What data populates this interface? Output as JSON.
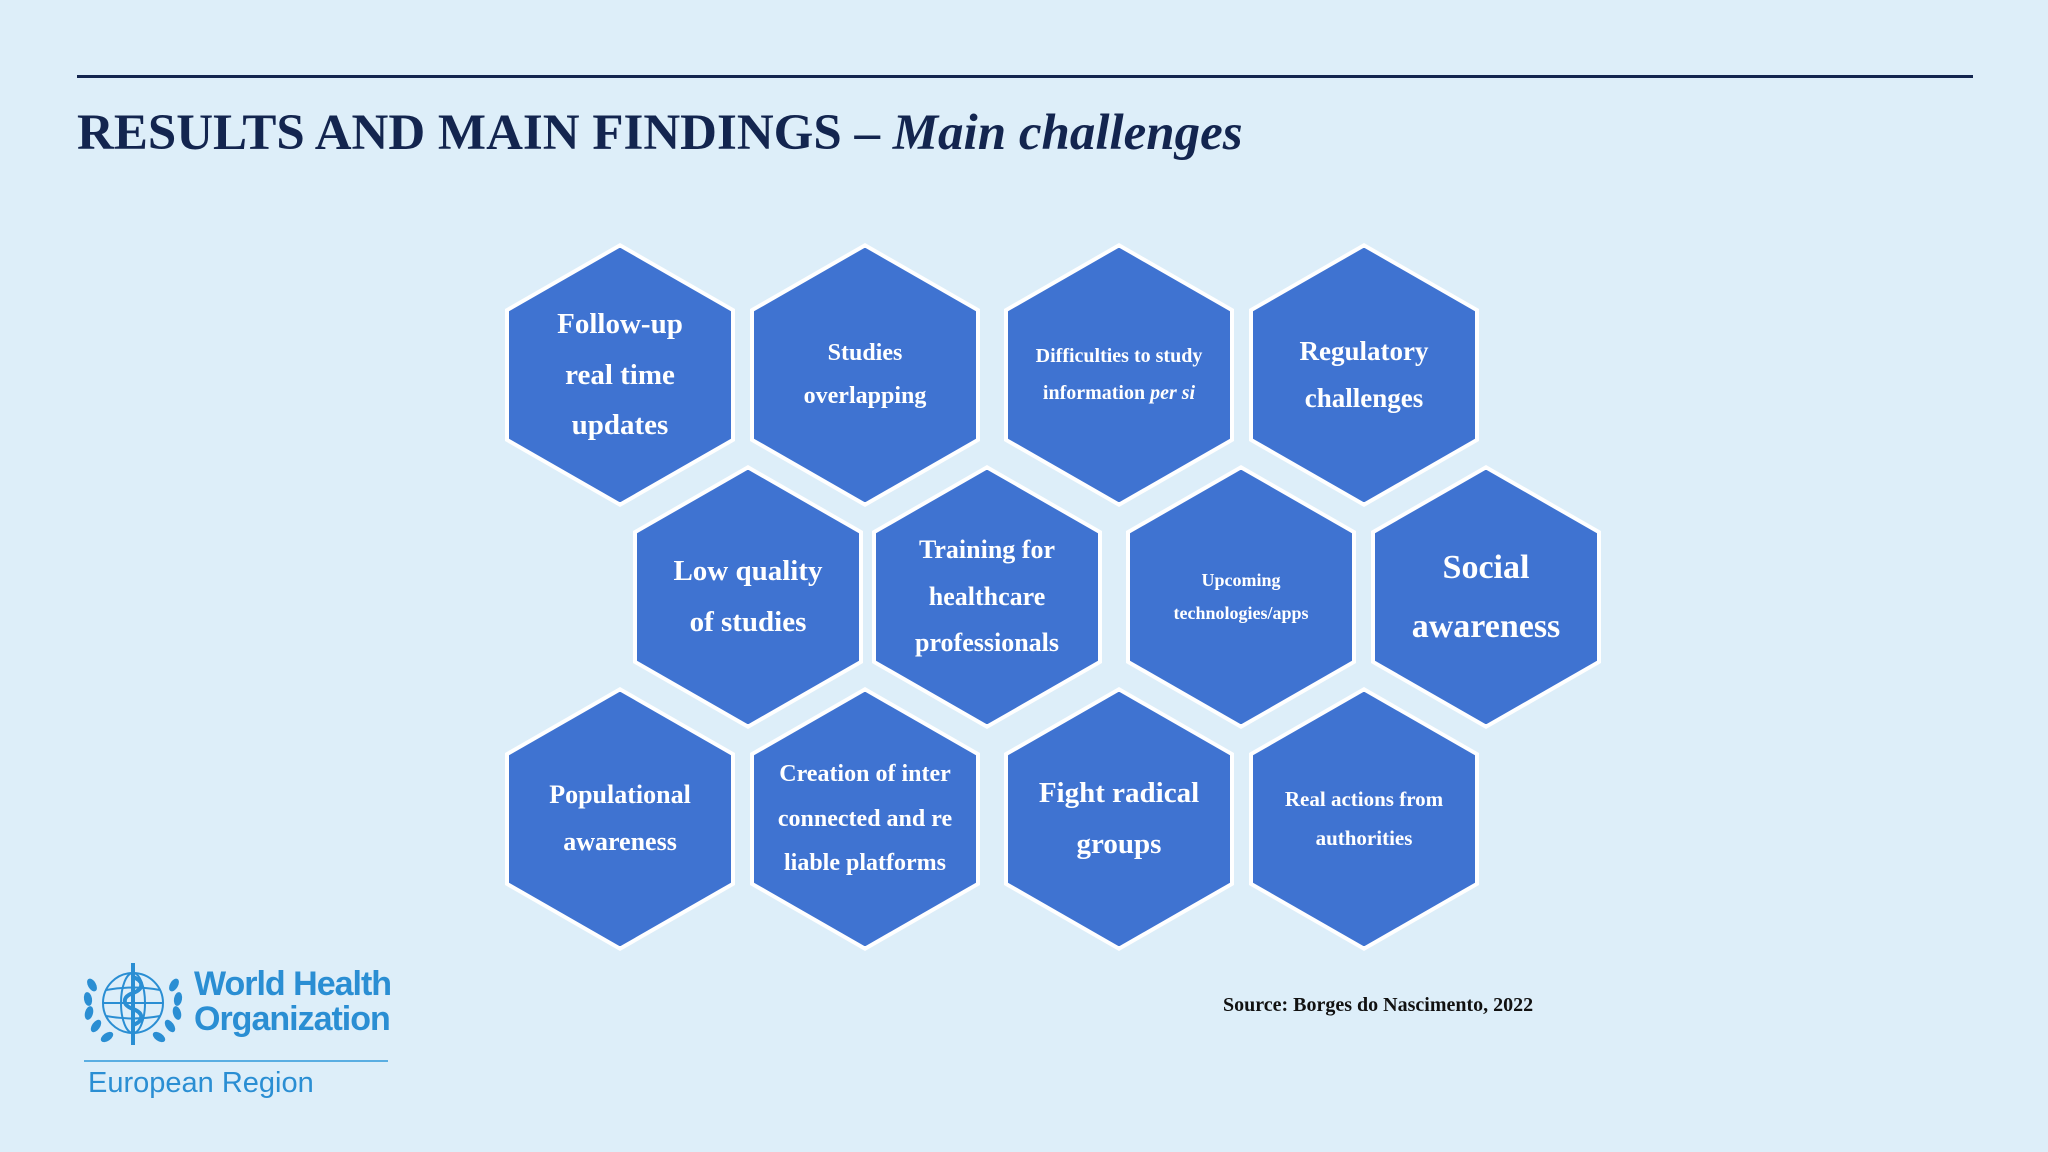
{
  "slide": {
    "title_main": "RESULTS AND MAIN FINDINGS – ",
    "title_italic": "Main challenges"
  },
  "hexagons": [
    {
      "id": "follow-up",
      "text": "Follow-up real time updates"
    },
    {
      "id": "studies-overlapping",
      "text": "Studies overlapping"
    },
    {
      "id": "difficulties",
      "text": "Difficulties to study information ",
      "italic": "per si"
    },
    {
      "id": "regulatory",
      "text": "Regulatory challenges"
    },
    {
      "id": "low-quality",
      "text": "Low quality of studies"
    },
    {
      "id": "training",
      "text": "Training for healthcare professionals"
    },
    {
      "id": "upcoming",
      "text": "Upcoming technologies/apps"
    },
    {
      "id": "social-awareness",
      "text": "Social awareness"
    },
    {
      "id": "populational",
      "text": "Populational awareness"
    },
    {
      "id": "creation",
      "text": "Creation of interconnected and reliable platforms"
    },
    {
      "id": "fight",
      "text": "Fight radical groups"
    },
    {
      "id": "real-actions",
      "text": "Real actions from authorities"
    }
  ],
  "source": "Source: Borges do Nascimento, 2022",
  "logo": {
    "name_line1": "World Health",
    "name_line2": "Organization",
    "region": "European Region"
  },
  "colors": {
    "background": "#ddeef9",
    "title": "#13254f",
    "hexagon_fill": "#3f73d1",
    "hexagon_border": "#ffffff",
    "logo_blue": "#2a8ed3"
  }
}
